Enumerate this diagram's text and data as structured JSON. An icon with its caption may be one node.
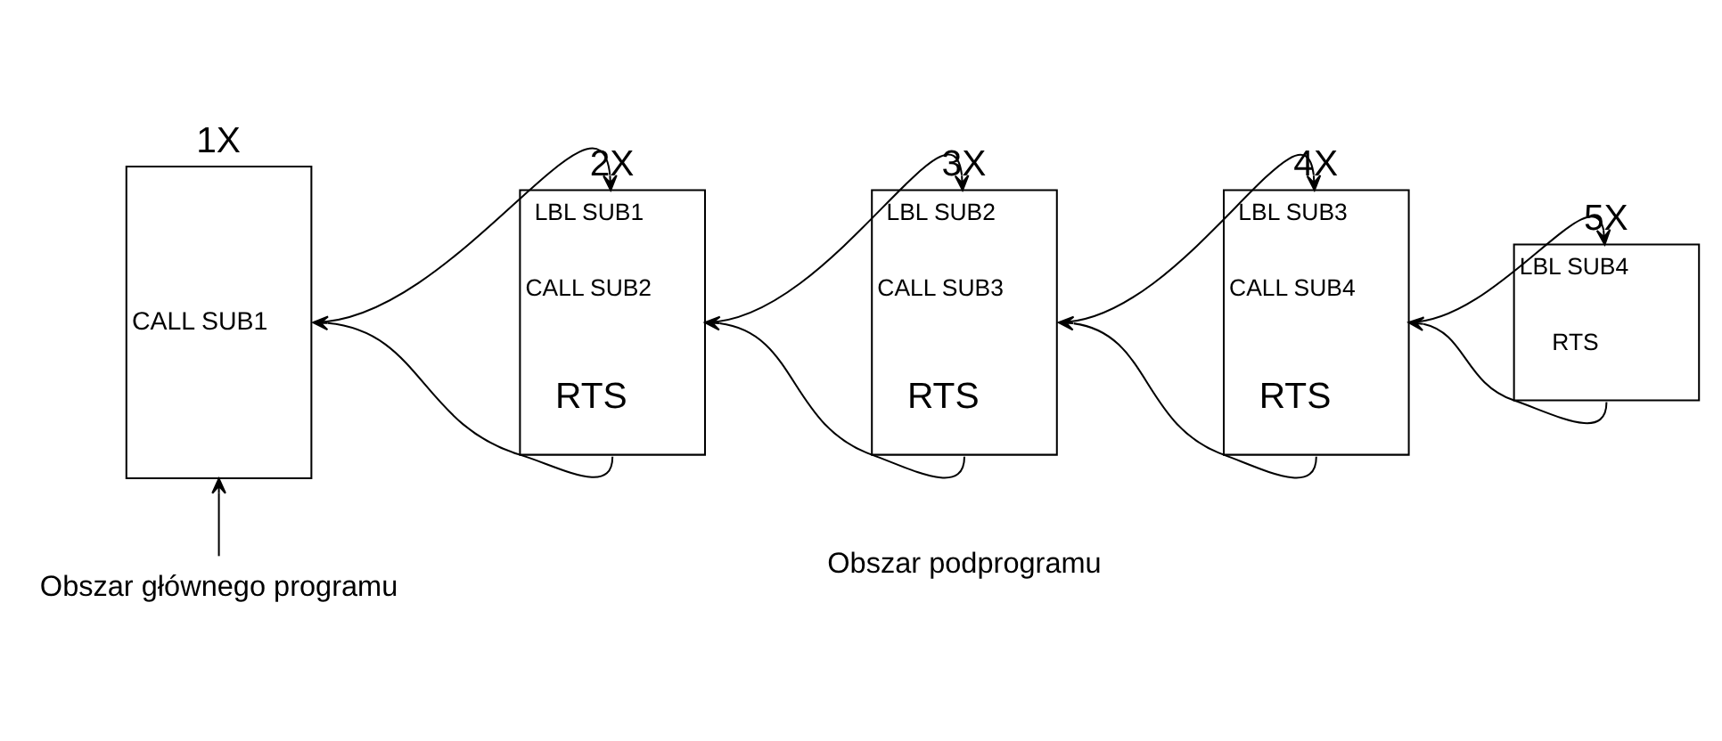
{
  "diagram": {
    "nodes": [
      {
        "text": [
          "1X",
          "CALL SUB1"
        ]
      },
      {
        "text": [
          "2X",
          "LBL SUB1",
          "CALL SUB2",
          "RTS"
        ]
      },
      {
        "text": [
          "3X",
          "LBL SUB2",
          "CALL SUB3",
          "RTS"
        ]
      },
      {
        "text": [
          "4X",
          "LBL SUB3",
          "CALL SUB4",
          "RTS"
        ]
      },
      {
        "text": [
          "5X",
          "LBL SUB4",
          "RTS"
        ]
      },
      {
        "text": [
          "Obszar głównego programu"
        ]
      }
    ],
    "edges": [
      {
        "from": 0,
        "to": 1,
        "arrow": "to"
      },
      {
        "from": 1,
        "to": 0,
        "arrow": "to"
      },
      {
        "from": 1,
        "to": 2,
        "arrow": "to"
      },
      {
        "from": 2,
        "to": 1,
        "arrow": "to"
      },
      {
        "from": 2,
        "to": 3,
        "arrow": "to"
      },
      {
        "from": 3,
        "to": 2,
        "arrow": "to"
      },
      {
        "from": 3,
        "to": 4,
        "arrow": "to"
      },
      {
        "from": 4,
        "to": 3,
        "arrow": "to"
      },
      {
        "from": 5,
        "to": 0,
        "arrow": "to"
      }
    ],
    "labels": [
      "Obszar podprogramu"
    ]
  }
}
